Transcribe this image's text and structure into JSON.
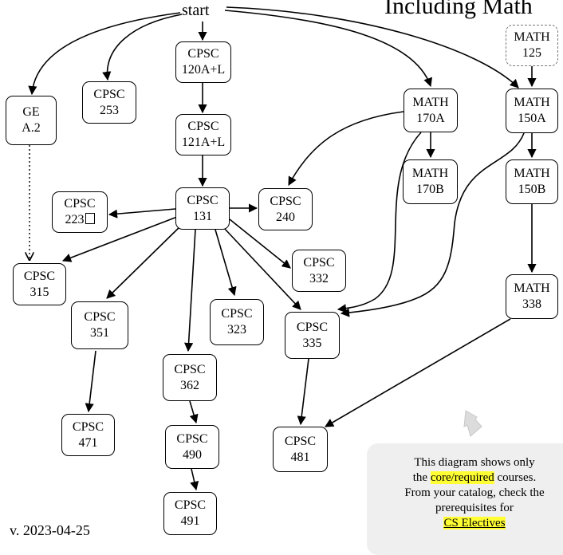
{
  "start_label": "start",
  "title": "Including Math",
  "version": "v. 2023-04-25",
  "nodes": {
    "cpsc120": {
      "l1": "CPSC",
      "l2": "120A+L"
    },
    "cpsc121": {
      "l1": "CPSC",
      "l2": "121A+L"
    },
    "cpsc131": {
      "l1": "CPSC",
      "l2": "131"
    },
    "cpsc253": {
      "l1": "CPSC",
      "l2": "253"
    },
    "gea2": {
      "l1": "GE",
      "l2": "A.2"
    },
    "cpsc223": {
      "l1": "CPSC",
      "l2": "223"
    },
    "cpsc240": {
      "l1": "CPSC",
      "l2": "240"
    },
    "cpsc315": {
      "l1": "CPSC",
      "l2": "315"
    },
    "cpsc351": {
      "l1": "CPSC",
      "l2": "351"
    },
    "cpsc323": {
      "l1": "CPSC",
      "l2": "323"
    },
    "cpsc332": {
      "l1": "CPSC",
      "l2": "332"
    },
    "cpsc335": {
      "l1": "CPSC",
      "l2": "335"
    },
    "cpsc362": {
      "l1": "CPSC",
      "l2": "362"
    },
    "cpsc471": {
      "l1": "CPSC",
      "l2": "471"
    },
    "cpsc490": {
      "l1": "CPSC",
      "l2": "490"
    },
    "cpsc491": {
      "l1": "CPSC",
      "l2": "491"
    },
    "cpsc481": {
      "l1": "CPSC",
      "l2": "481"
    },
    "math125": {
      "l1": "MATH",
      "l2": "125"
    },
    "math170a": {
      "l1": "MATH",
      "l2": "170A"
    },
    "math170b": {
      "l1": "MATH",
      "l2": "170B"
    },
    "math150a": {
      "l1": "MATH",
      "l2": "150A"
    },
    "math150b": {
      "l1": "MATH",
      "l2": "150B"
    },
    "math338": {
      "l1": "MATH",
      "l2": "338"
    }
  },
  "note": {
    "line1": "This diagram shows only",
    "line2_pre": "the",
    "line2_highlight": "core/required",
    "line2_post": "courses.",
    "line3": "From your catalog, check the",
    "line4": "prerequisites for",
    "link": "CS Electives"
  }
}
